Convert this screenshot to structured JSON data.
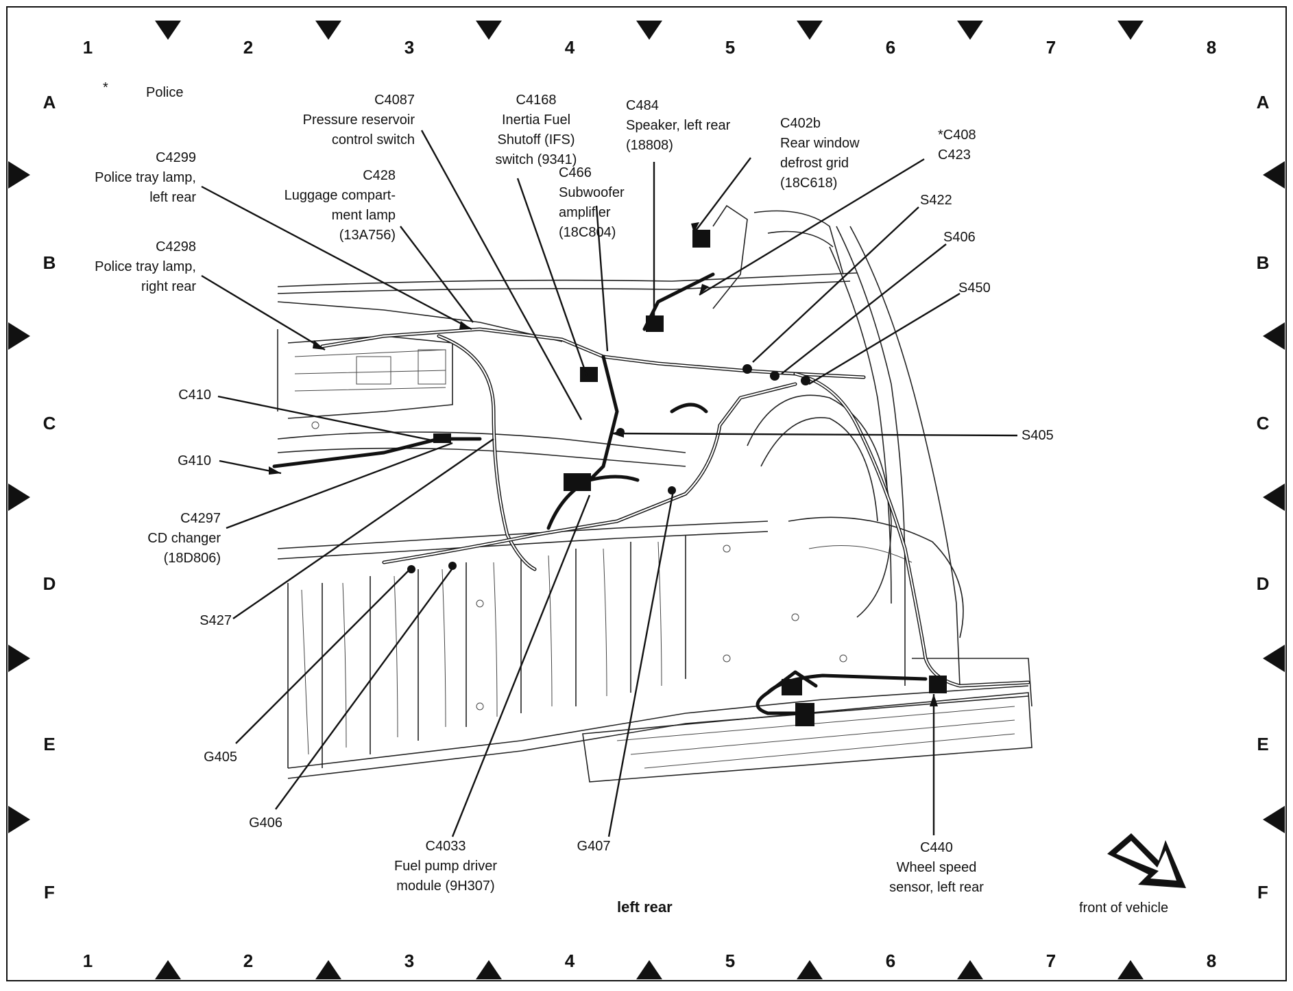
{
  "grid": {
    "columns": [
      "1",
      "2",
      "3",
      "4",
      "5",
      "6",
      "7",
      "8"
    ],
    "rows": [
      "A",
      "B",
      "C",
      "D",
      "E",
      "F"
    ]
  },
  "legend": {
    "symbol": "*",
    "text": "Police"
  },
  "callouts": {
    "c4299": [
      "C4299",
      "Police tray lamp,",
      "left rear"
    ],
    "c4298": [
      "C4298",
      "Police tray lamp,",
      "right rear"
    ],
    "c4087": [
      "C4087",
      "Pressure reservoir",
      "control switch"
    ],
    "c428": [
      "C428",
      "Luggage compart-",
      "ment lamp",
      "(13A756)"
    ],
    "c4168": [
      "C4168",
      "Inertia Fuel",
      "Shutoff (IFS)",
      "switch (9341)"
    ],
    "c466": [
      "C466",
      "Subwoofer",
      "amplifier",
      "(18C804)"
    ],
    "c484": [
      "C484",
      "Speaker, left rear",
      "(18808)"
    ],
    "c402b": [
      "C402b",
      "Rear window",
      "defrost grid",
      "(18C618)"
    ],
    "c408": [
      "*C408",
      "C423"
    ],
    "s422": [
      "S422"
    ],
    "s406": [
      "S406"
    ],
    "s450": [
      "S450"
    ],
    "c410": [
      "C410"
    ],
    "g410": [
      "G410"
    ],
    "s405": [
      "S405"
    ],
    "c4297": [
      "C4297",
      "CD changer",
      "(18D806)"
    ],
    "s427": [
      "S427"
    ],
    "g405": [
      "G405"
    ],
    "g406": [
      "G406"
    ],
    "c4033": [
      "C4033",
      "Fuel pump driver",
      "module (9H307)"
    ],
    "g407": [
      "G407"
    ],
    "c440": [
      "C440",
      "Wheel speed",
      "sensor, left rear"
    ]
  },
  "view_caption": "left rear",
  "direction_caption": "front of vehicle"
}
